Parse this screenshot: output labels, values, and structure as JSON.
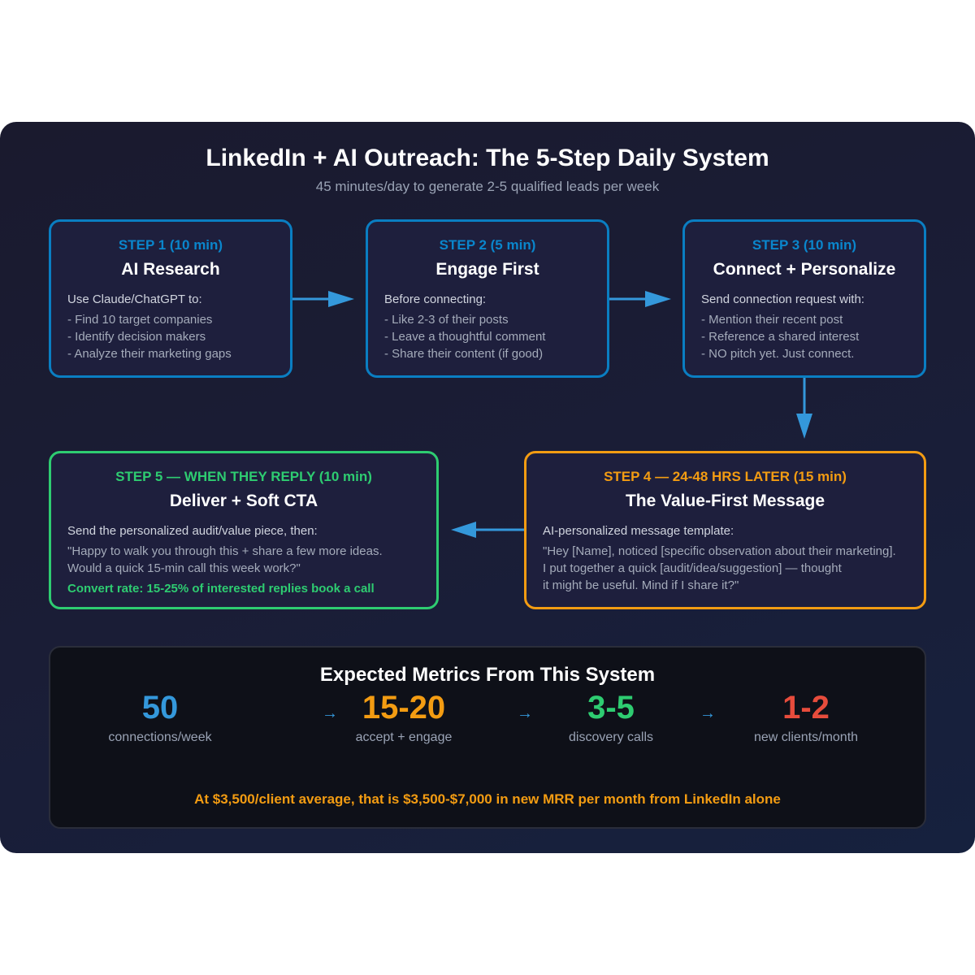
{
  "header": {
    "title": "LinkedIn + AI Outreach: The 5-Step Daily System",
    "subtitle": "45 minutes/day to generate 2-5 qualified leads per week"
  },
  "steps": [
    {
      "step": "STEP 1 (10 min)",
      "name": "AI Research",
      "intro": "Use Claude/ChatGPT to:",
      "items": [
        "- Find 10 target companies",
        "- Identify decision makers",
        "- Analyze their marketing gaps"
      ]
    },
    {
      "step": "STEP 2 (5 min)",
      "name": "Engage First",
      "intro": "Before connecting:",
      "items": [
        "- Like 2-3 of their posts",
        "- Leave a thoughtful comment",
        "- Share their content (if good)"
      ]
    },
    {
      "step": "STEP 3 (10 min)",
      "name": "Connect + Personalize",
      "intro": "Send connection request with:",
      "items": [
        "- Mention their recent post",
        "- Reference a shared interest",
        "- NO pitch yet. Just connect."
      ]
    },
    {
      "step": "STEP 4 — 24-48 HRS LATER (15 min)",
      "name": "The Value-First Message",
      "intro": "AI-personalized message template:",
      "items": [
        "\"Hey [Name], noticed [specific observation about their marketing].",
        "I put together a quick [audit/idea/suggestion] — thought",
        "it might be useful. Mind if I share it?\""
      ]
    },
    {
      "step": "STEP 5 — WHEN THEY REPLY (10 min)",
      "name": "Deliver + Soft CTA",
      "intro": "Send the personalized audit/value piece, then:",
      "items": [
        "\"Happy to walk you through this + share a few more ideas.",
        "Would a quick 15-min call this week work?\""
      ],
      "convert": "Convert rate: 15-25% of interested replies book a call"
    }
  ],
  "metrics": {
    "title": "Expected Metrics From This System",
    "items": [
      {
        "value": "50",
        "label": "connections/week",
        "color": "#3498db"
      },
      {
        "value": "15-20",
        "label": "accept + engage",
        "color": "#f39c12"
      },
      {
        "value": "3-5",
        "label": "discovery calls",
        "color": "#2ecc71"
      },
      {
        "value": "1-2",
        "label": "new clients/month",
        "color": "#e74c3c"
      }
    ],
    "arrow": "→",
    "footer": "At $3,500/client average, that is $3,500-$7,000 in new MRR per month from LinkedIn alone"
  }
}
